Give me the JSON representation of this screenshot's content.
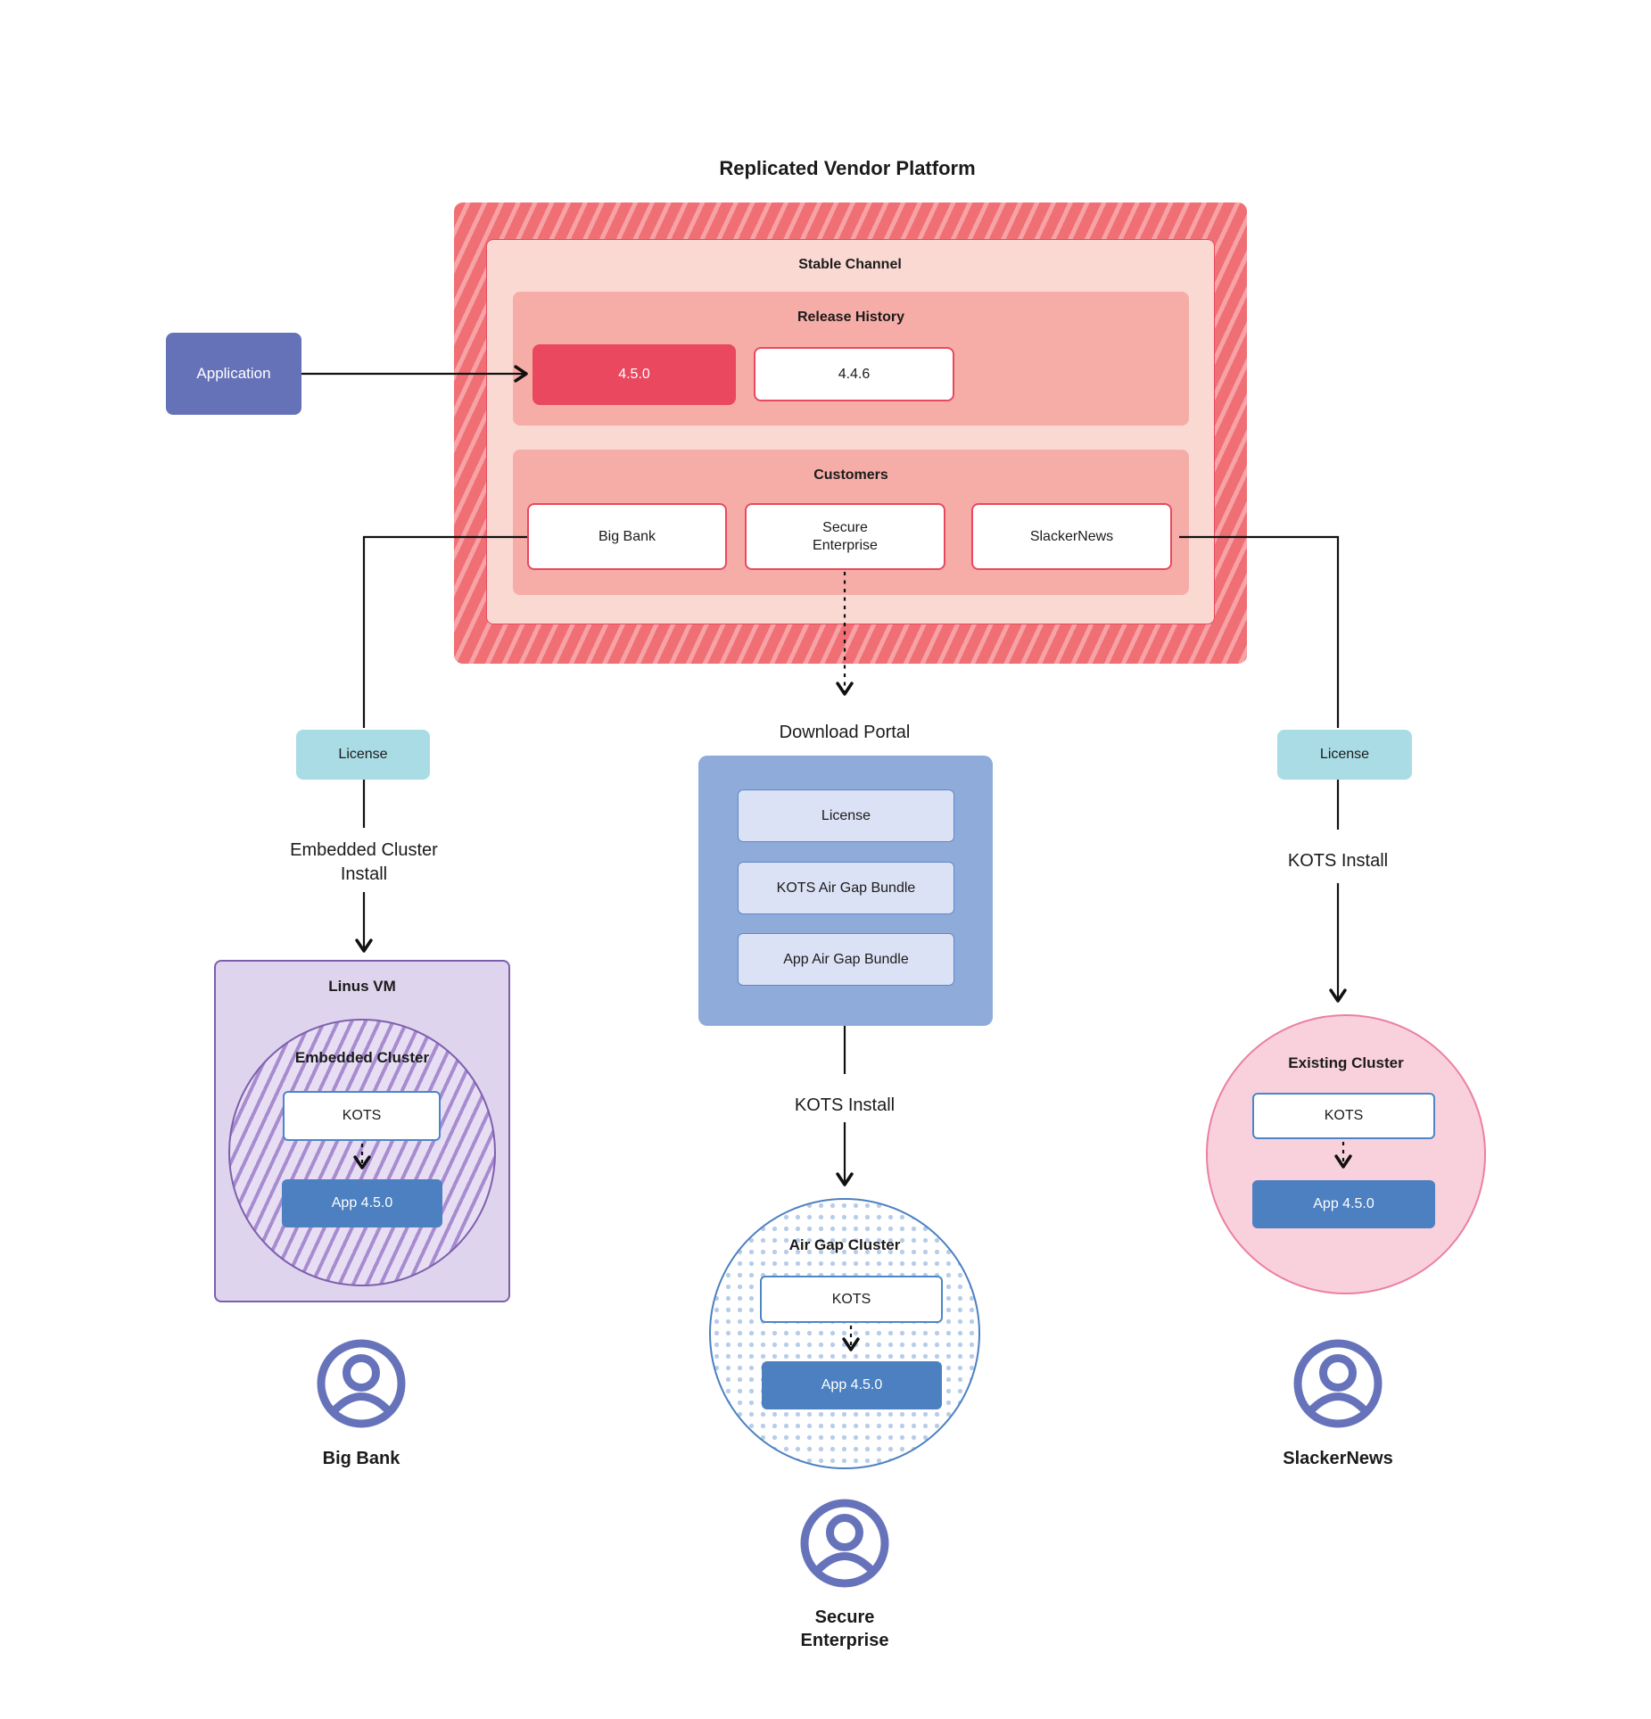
{
  "diagram_title": "Replicated Vendor Platform",
  "application": {
    "label": "Application"
  },
  "platform": {
    "stable_channel": {
      "label": "Stable Channel",
      "release_history": {
        "label": "Release History",
        "releases": [
          {
            "version": "4.5.0",
            "state": "current"
          },
          {
            "version": "4.4.6",
            "state": "previous"
          }
        ]
      },
      "customers": {
        "label": "Customers",
        "items": [
          "Big Bank",
          "Secure Enterprise",
          "SlackerNews"
        ]
      }
    }
  },
  "download_portal": {
    "label": "Download Portal",
    "items": [
      "License",
      "KOTS Air Gap Bundle",
      "App Air Gap Bundle"
    ]
  },
  "big_bank_flow": {
    "license_label": "License",
    "install_label": "Embedded Cluster Install",
    "vm_label": "Linus VM",
    "cluster_label": "Embedded Cluster",
    "kots_label": "KOTS",
    "app_label": "App 4.5.0",
    "user_label": "Big Bank"
  },
  "secure_enterprise_flow": {
    "install_label": "KOTS Install",
    "cluster_label": "Air Gap Cluster",
    "kots_label": "KOTS",
    "app_label": "App 4.5.0",
    "user_label": "Secure Enterprise"
  },
  "slackernews_flow": {
    "license_label": "License",
    "install_label": "KOTS Install",
    "cluster_label": "Existing Cluster",
    "kots_label": "KOTS",
    "app_label": "App 4.5.0",
    "user_label": "SlackerNews"
  },
  "colors": {
    "accent_red": "#E9485E",
    "salmon_band": "#F6ADA7",
    "light_pink_panel": "#FBD9D3",
    "hatch_red_base": "#EF6F75",
    "hatch_red_stripe": "#F7A3A6",
    "application_purple": "#6672B8",
    "license_teal": "#A9DCE5",
    "portal_blue": "#8FABD9",
    "portal_item_bg": "#DCE2F5",
    "portal_item_border": "#5F88C9",
    "kots_border_blue": "#4C86C8",
    "app_blue": "#4C80C1",
    "vm_purple_bg": "#DFD4ED",
    "vm_purple_border": "#7E5FAE",
    "cluster_hatch_purple": "#A78CCF",
    "airgap_dot_blue": "#B7CDE9",
    "pink_circle_bg": "#F9D1DC",
    "pink_circle_border": "#EC7FA2",
    "person_icon": "#6673BB",
    "line_black": "#111111"
  }
}
